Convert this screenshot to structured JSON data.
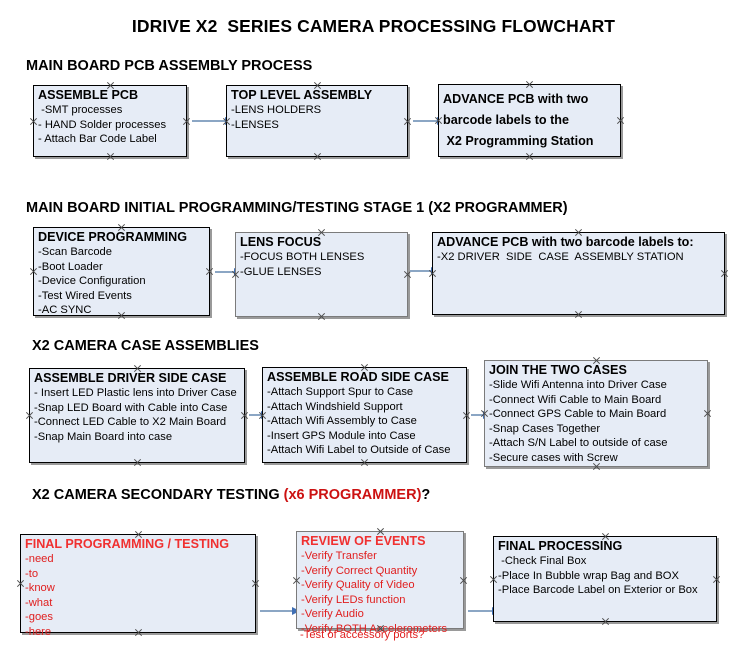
{
  "document": {
    "title": "IDRIVE X2  SERIES CAMERA PROCESSING FLOWCHART"
  },
  "sections": [
    {
      "heading": "MAIN BOARD PCB ASSEMBLY PROCESS",
      "heading_accent": "",
      "boxes": [
        {
          "title": "ASSEMBLE PCB",
          "lines": [
            " -SMT processes",
            "- HAND Solder processes",
            "- Attach Bar Code Label"
          ]
        },
        {
          "title": "TOP LEVEL ASSEMBLY",
          "lines": [
            "-LENS HOLDERS",
            "-LENSES"
          ]
        },
        {
          "title": "ADVANCE PCB with two",
          "lines": [
            "barcode labels to the",
            " X2 Programming Station"
          ]
        }
      ]
    },
    {
      "heading": "MAIN BOARD INITIAL PROGRAMMING/TESTING STAGE 1 (X2 PROGRAMMER)",
      "heading_accent": "",
      "boxes": [
        {
          "title": "DEVICE PROGRAMMING",
          "lines": [
            "-Scan Barcode",
            "-Boot Loader",
            "-Device Configuration",
            "-Test Wired Events",
            "-AC SYNC"
          ]
        },
        {
          "title": "LENS FOCUS",
          "lines": [
            "-FOCUS BOTH LENSES",
            "-GLUE LENSES"
          ]
        },
        {
          "title": "ADVANCE PCB with two barcode labels to:",
          "lines": [
            "-X2 DRIVER  SIDE  CASE  ASSEMBLY STATION"
          ]
        }
      ]
    },
    {
      "heading": "X2 CAMERA CASE ASSEMBLIES",
      "heading_accent": "",
      "boxes": [
        {
          "title": "ASSEMBLE DRIVER SIDE CASE",
          "lines": [
            "- Insert LED Plastic lens into Driver Case",
            "-Snap LED Board with Cable into Case",
            "-Connect LED Cable to X2 Main Board",
            "-Snap Main Board into case"
          ]
        },
        {
          "title": "ASSEMBLE ROAD SIDE CASE",
          "lines": [
            "-Attach Support Spur to Case",
            "-Attach Windshield Support",
            "-Attach Wifi Assembly to Case",
            "-Insert GPS Module into Case",
            "-Attach Wifi Label to Outside of Case"
          ]
        },
        {
          "title": "JOIN THE TWO CASES",
          "lines": [
            "-Slide Wifi Antenna into Driver Case",
            "-Connect Wifi Cable to Main Board",
            "-Connect GPS Cable to Main Board",
            "-Snap Cases Together",
            "-Attach S/N Label to outside of case",
            "-Secure cases with Screw"
          ]
        }
      ]
    },
    {
      "heading": "X2 CAMERA SECONDARY TESTING ",
      "heading_accent": "(x6 PROGRAMMER)",
      "heading_suffix": "?",
      "boxes": [
        {
          "title": "FINAL PROGRAMMING / TESTING",
          "lines": [
            "-need",
            "-to",
            "-know",
            "-what",
            "-goes",
            "-here"
          ]
        },
        {
          "title": "REVIEW OF EVENTS",
          "lines": [
            "-Verify Transfer",
            "-Verify Correct Quantity",
            "-Verify Quality of Video",
            "-Verify LEDs function",
            "-Verify Audio",
            "-Verify BOTH Accelerometers"
          ],
          "overflow_line": "-Test of accessory ports?"
        },
        {
          "title": "FINAL PROCESSING",
          "lines": [
            " -Check Final Box",
            "-Place In Bubble wrap Bag and BOX",
            "-Place Barcode Label on Exterior or Box"
          ]
        }
      ]
    }
  ],
  "colors": {
    "box_fill": "#e6ecf6",
    "box_border": "#000000",
    "accent_red": "#cc1111",
    "connector": "#8ba6c4",
    "arrow_head": "#3f6fb5"
  }
}
